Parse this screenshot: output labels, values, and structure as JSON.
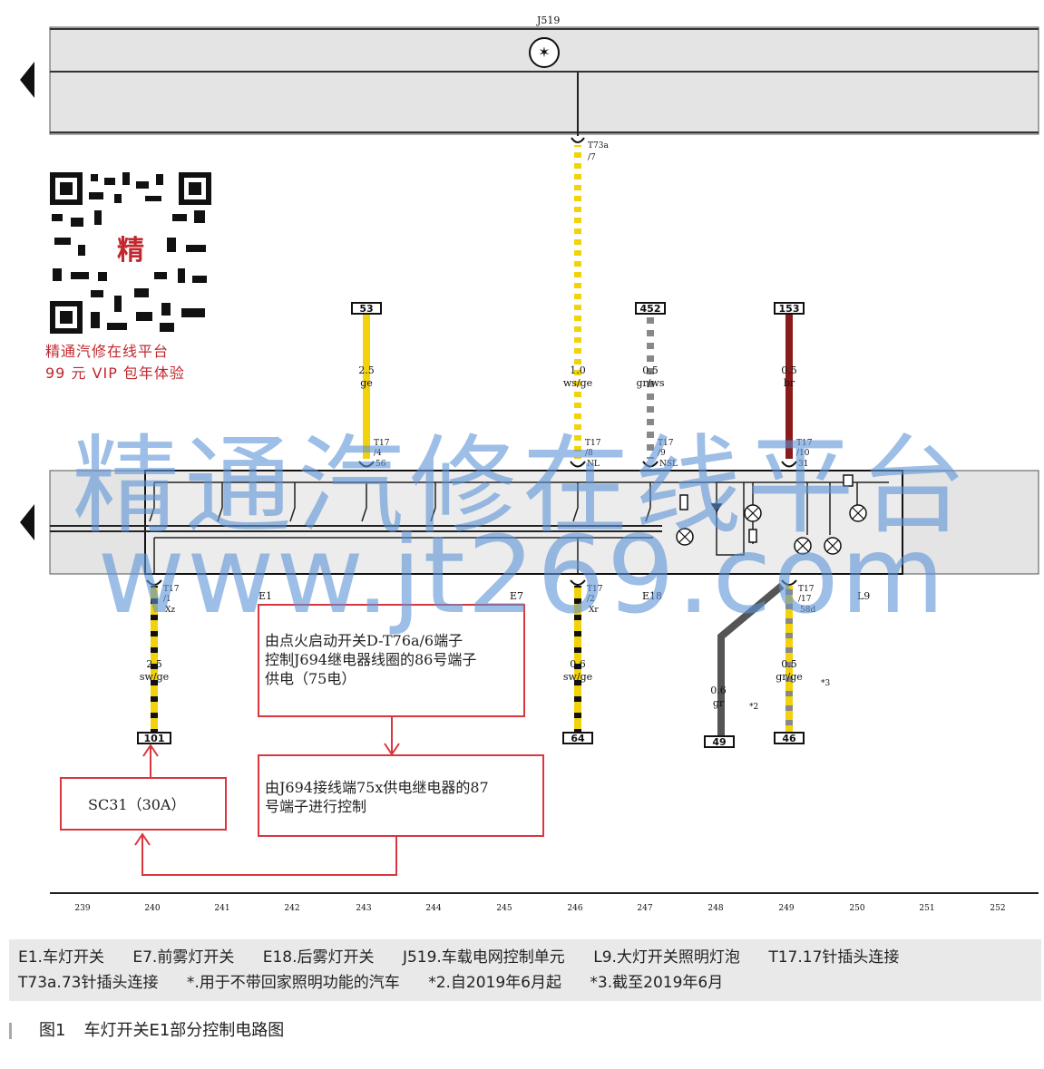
{
  "module_label": "J519",
  "connector_top": {
    "pin": "T73a",
    "sub": "/7"
  },
  "fuse_boxes": [
    "53",
    "452",
    "153",
    "101",
    "64",
    "49",
    "46"
  ],
  "wires_top": [
    {
      "size": "2.5",
      "color": "ge"
    },
    {
      "size": "1.0",
      "color": "ws/ge"
    },
    {
      "size": "0.5",
      "color": "gr/ws"
    },
    {
      "size": "0.5",
      "color": "br"
    }
  ],
  "wires_bottom": [
    {
      "size": "2.5",
      "color": "sw/ge"
    },
    {
      "size": "0.6",
      "color": "sw/ge"
    },
    {
      "size": "0.6",
      "color": "gr",
      "note": "*2"
    },
    {
      "size": "0.5",
      "color": "gr/ge",
      "note": "*3"
    }
  ],
  "pins_top": [
    {
      "pin": "T17",
      "sub": "/4",
      "term": "56"
    },
    {
      "pin": "T17",
      "sub": "/8",
      "term": "NL"
    },
    {
      "pin": "T17",
      "sub": "/9",
      "term": "NSL"
    },
    {
      "pin": "T17",
      "sub": "/10",
      "term": "31"
    }
  ],
  "pins_bottom": [
    {
      "pin": "T17",
      "sub": "/1",
      "term": "Xz"
    },
    {
      "pin": "T17",
      "sub": "/2",
      "term": "Xr"
    },
    {
      "pin": "T17",
      "sub": "/17",
      "term": "58d"
    }
  ],
  "components": [
    "E1",
    "E7",
    "E18",
    "L9"
  ],
  "annotations": {
    "box1": [
      "由点火启动开关D-T76a/6端子",
      "控制J694继电器线圈的86号端子",
      "供电（75电）"
    ],
    "box2": [
      "由J694接线端75x供电继电器的87",
      "号端子进行控制"
    ],
    "box3": "SC31（30A）"
  },
  "ruler": [
    "239",
    "240",
    "241",
    "242",
    "243",
    "244",
    "245",
    "246",
    "247",
    "248",
    "249",
    "250",
    "251",
    "252"
  ],
  "promo": {
    "line1": "精通汽修在线平台",
    "line2": "99 元 VIP 包年体验",
    "qr_char": "精"
  },
  "watermark": {
    "line1": "精通汽修在线平台",
    "line2": "www.jt269.com"
  },
  "legend": [
    "E1.车灯开关",
    "E7.前雾灯开关",
    "E18.后雾灯开关",
    "J519.车载电网控制单元",
    "L9.大灯开关照明灯泡",
    "T17.17针插头连接",
    "T73a.73针插头连接",
    "*.用于不带回家照明功能的汽车",
    "*2.自2019年6月起",
    "*3.截至2019年6月"
  ],
  "caption": {
    "fig": "图1",
    "title": "车灯开关E1部分控制电路图"
  },
  "colors": {
    "yellow": "#f2d20a",
    "black": "#111111",
    "brown": "#8a1b1b",
    "red_box": "#d9363e",
    "gray_band": "#e4e4e4",
    "watermark": "#5d93d6"
  }
}
